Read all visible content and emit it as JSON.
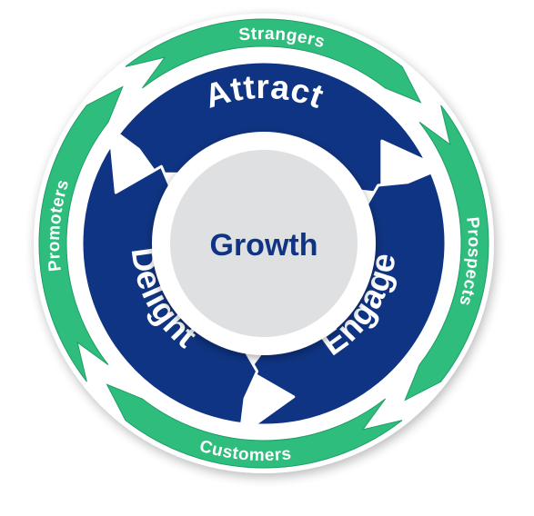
{
  "diagram": {
    "center": {
      "label": "Growth"
    },
    "phases": [
      {
        "label": "Attract"
      },
      {
        "label": "Engage"
      },
      {
        "label": "Delight"
      }
    ],
    "stages": [
      {
        "label": "Strangers"
      },
      {
        "label": "Prospects"
      },
      {
        "label": "Customers"
      },
      {
        "label": "Promoters"
      }
    ]
  },
  "colors": {
    "ring_green": "#2ebd7d",
    "ring_green_dark": "#1f9e66",
    "wheel_navy": "#0f3483",
    "wheel_border": "#ffffff",
    "hub_gray": "#dfe0e2",
    "hub_text": "#0f3483",
    "label_white": "#ffffff"
  }
}
